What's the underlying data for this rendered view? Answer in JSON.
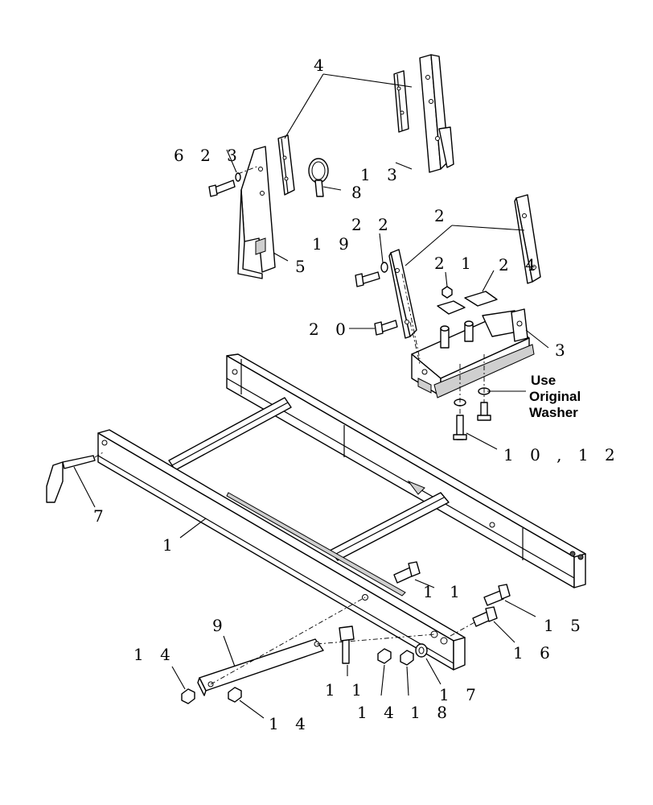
{
  "diagram": {
    "callouts": {
      "c4": "4",
      "c623": "6 2 3",
      "c8": "8",
      "c13": "1 3",
      "c5": "5",
      "c2": "2",
      "c22": "2 2",
      "c19": "1 9",
      "c21": "2 1",
      "c24": "2 4",
      "c20": "2 0",
      "c3": "3",
      "c1012": "1 0 , 1 2",
      "c7": "7",
      "c1": "1",
      "c11a": "1 1",
      "c15": "1 5",
      "c16": "1 6",
      "c9": "9",
      "c14a": "1 4",
      "c11b": "1 1",
      "c1418": "1 4 1 8",
      "c17": "1 7",
      "c14b": "1 4"
    },
    "note_lines": [
      "Use",
      "Original",
      "Washer"
    ]
  }
}
